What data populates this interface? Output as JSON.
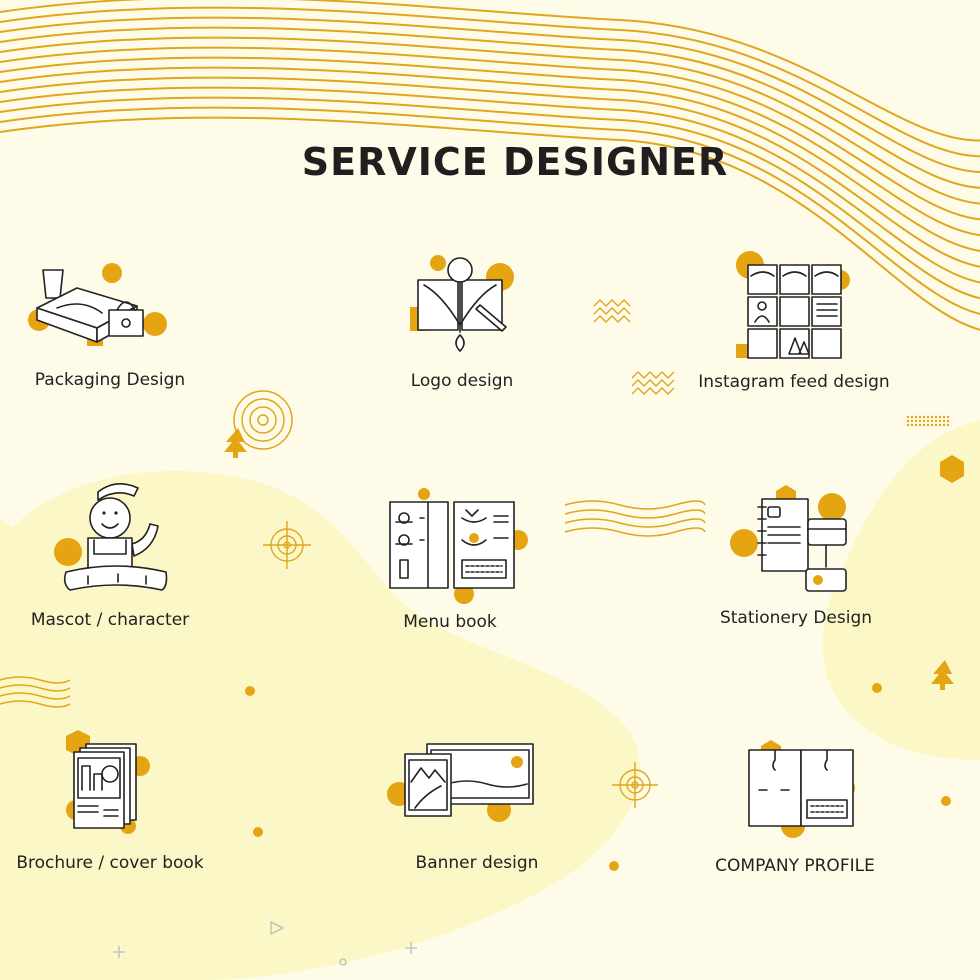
{
  "page": {
    "title": "SERVICE DESIGNER"
  },
  "theme": {
    "background": "#fefbe9",
    "blob": "#fcf7c6",
    "accent": "#e5a512",
    "line": "#e0a61d",
    "text": "#221e1f"
  },
  "services": [
    {
      "label": "Packaging Design",
      "icon": "packaging-icon"
    },
    {
      "label": "Logo design",
      "icon": "logo-design-icon"
    },
    {
      "label": "Instagram feed design",
      "icon": "instagram-grid-icon"
    },
    {
      "label": "Mascot / character",
      "icon": "mascot-icon"
    },
    {
      "label": "Menu book",
      "icon": "menu-book-icon"
    },
    {
      "label": "Stationery Design",
      "icon": "stationery-icon"
    },
    {
      "label": "Brochure / cover book",
      "icon": "brochure-icon"
    },
    {
      "label": "Banner design",
      "icon": "banner-icon"
    },
    {
      "label": "COMPANY PROFILE",
      "icon": "company-profile-icon"
    }
  ]
}
